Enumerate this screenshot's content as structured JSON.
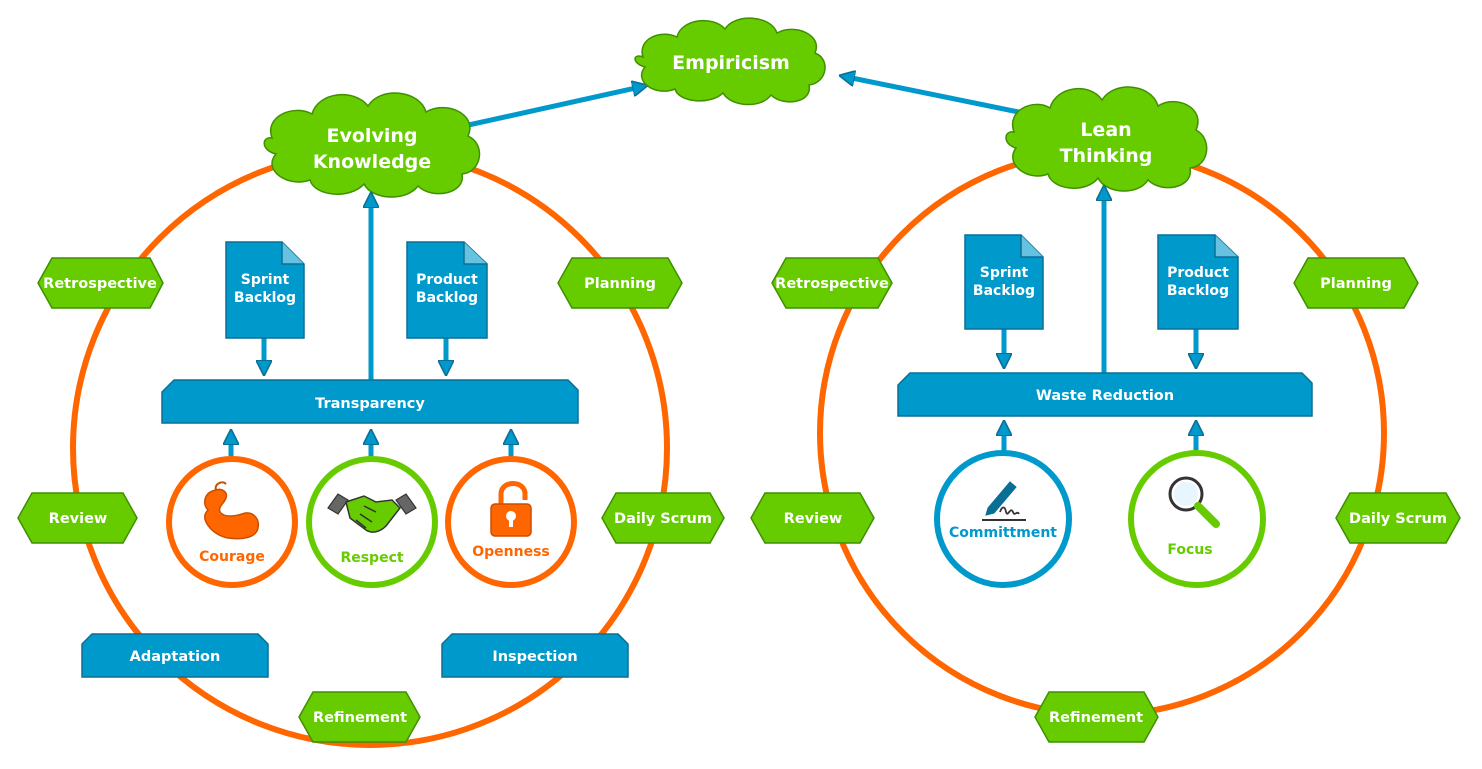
{
  "colors": {
    "green": "#66cc00",
    "green_stroke": "#3f8f00",
    "blue": "#0099cc",
    "blue_stroke": "#0a6f95",
    "orange": "#ff6600",
    "white": "#ffffff"
  },
  "empiricism": "Empiricism",
  "left": {
    "cloud": [
      "Evolving",
      "Knowledge"
    ],
    "docs": [
      {
        "lines": [
          "Sprint",
          "Backlog"
        ]
      },
      {
        "lines": [
          "Product",
          "Backlog"
        ]
      }
    ],
    "bar": "Transparency",
    "values": [
      {
        "label": "Courage",
        "icon": "flexed-arm-icon",
        "color": "orange"
      },
      {
        "label": "Respect",
        "icon": "handshake-icon",
        "color": "green"
      },
      {
        "label": "Openness",
        "icon": "open-padlock-icon",
        "color": "orange"
      }
    ],
    "events": {
      "retrospective": "Retrospective",
      "planning": "Planning",
      "review": "Review",
      "daily_scrum": "Daily Scrum",
      "refinement": "Refinement"
    },
    "pillars": {
      "adaptation": "Adaptation",
      "inspection": "Inspection"
    }
  },
  "right": {
    "cloud": [
      "Lean",
      "Thinking"
    ],
    "docs": [
      {
        "lines": [
          "Sprint",
          "Backlog"
        ]
      },
      {
        "lines": [
          "Product",
          "Backlog"
        ]
      }
    ],
    "bar": "Waste Reduction",
    "values": [
      {
        "label": "Committment",
        "icon": "pen-signature-icon",
        "color": "blue"
      },
      {
        "label": "Focus",
        "icon": "magnifier-icon",
        "color": "green"
      }
    ],
    "events": {
      "retrospective": "Retrospective",
      "planning": "Planning",
      "review": "Review",
      "daily_scrum": "Daily Scrum",
      "refinement": "Refinement"
    }
  }
}
